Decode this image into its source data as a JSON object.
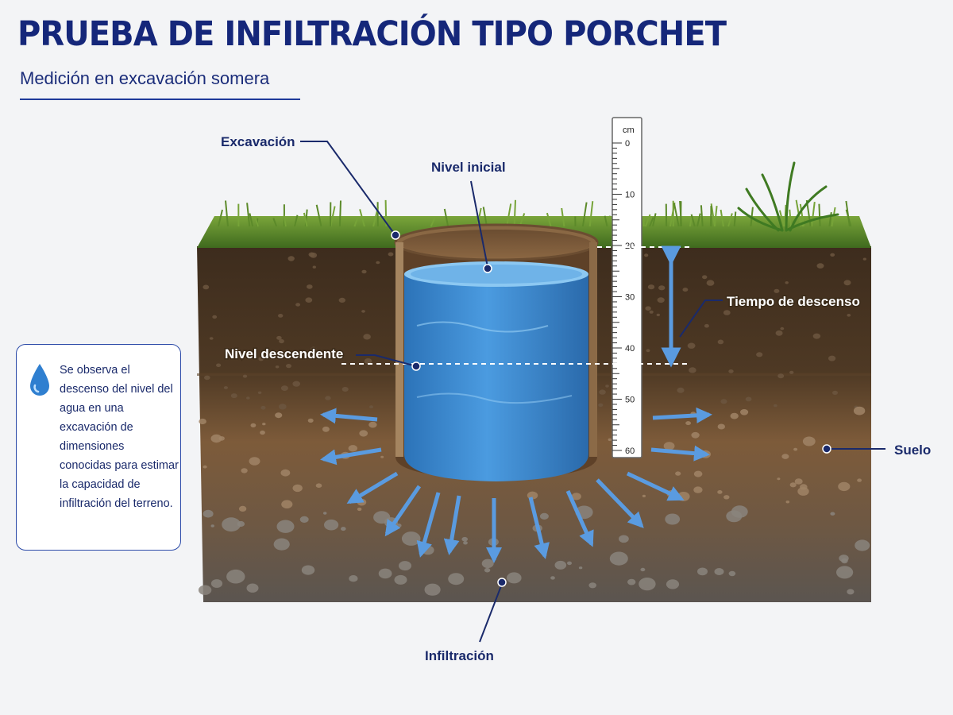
{
  "header": {
    "title": "PRUEBA DE INFILTRACIÓN TIPO PORCHET",
    "subtitle": "Medición en excavación somera"
  },
  "labels": {
    "excavacion": "Excavación",
    "nivel_inicial": "Nivel inicial",
    "nivel_descendente": "Nivel descendente",
    "tiempo_descenso": "Tiempo de descenso",
    "suelo": "Suelo",
    "infiltracion": "Infiltración"
  },
  "ruler": {
    "unit": "cm",
    "ticks": [
      "0",
      "10",
      "20",
      "30",
      "40",
      "50",
      "60"
    ]
  },
  "info": {
    "icon": "water-drop-icon",
    "text": "Se observa el descenso del nivel del agua en una excavación de dimensiones conocidas para estimar la capacidad de infiltración del terreno."
  },
  "colors": {
    "title": "#15277a",
    "water": "#3f8fd0",
    "arrows": "#5a9be0",
    "soil_top": "#4a3522",
    "soil_mid": "#7a5a3a",
    "gravel": "#6a625a",
    "grass": "#5c8a2a"
  }
}
